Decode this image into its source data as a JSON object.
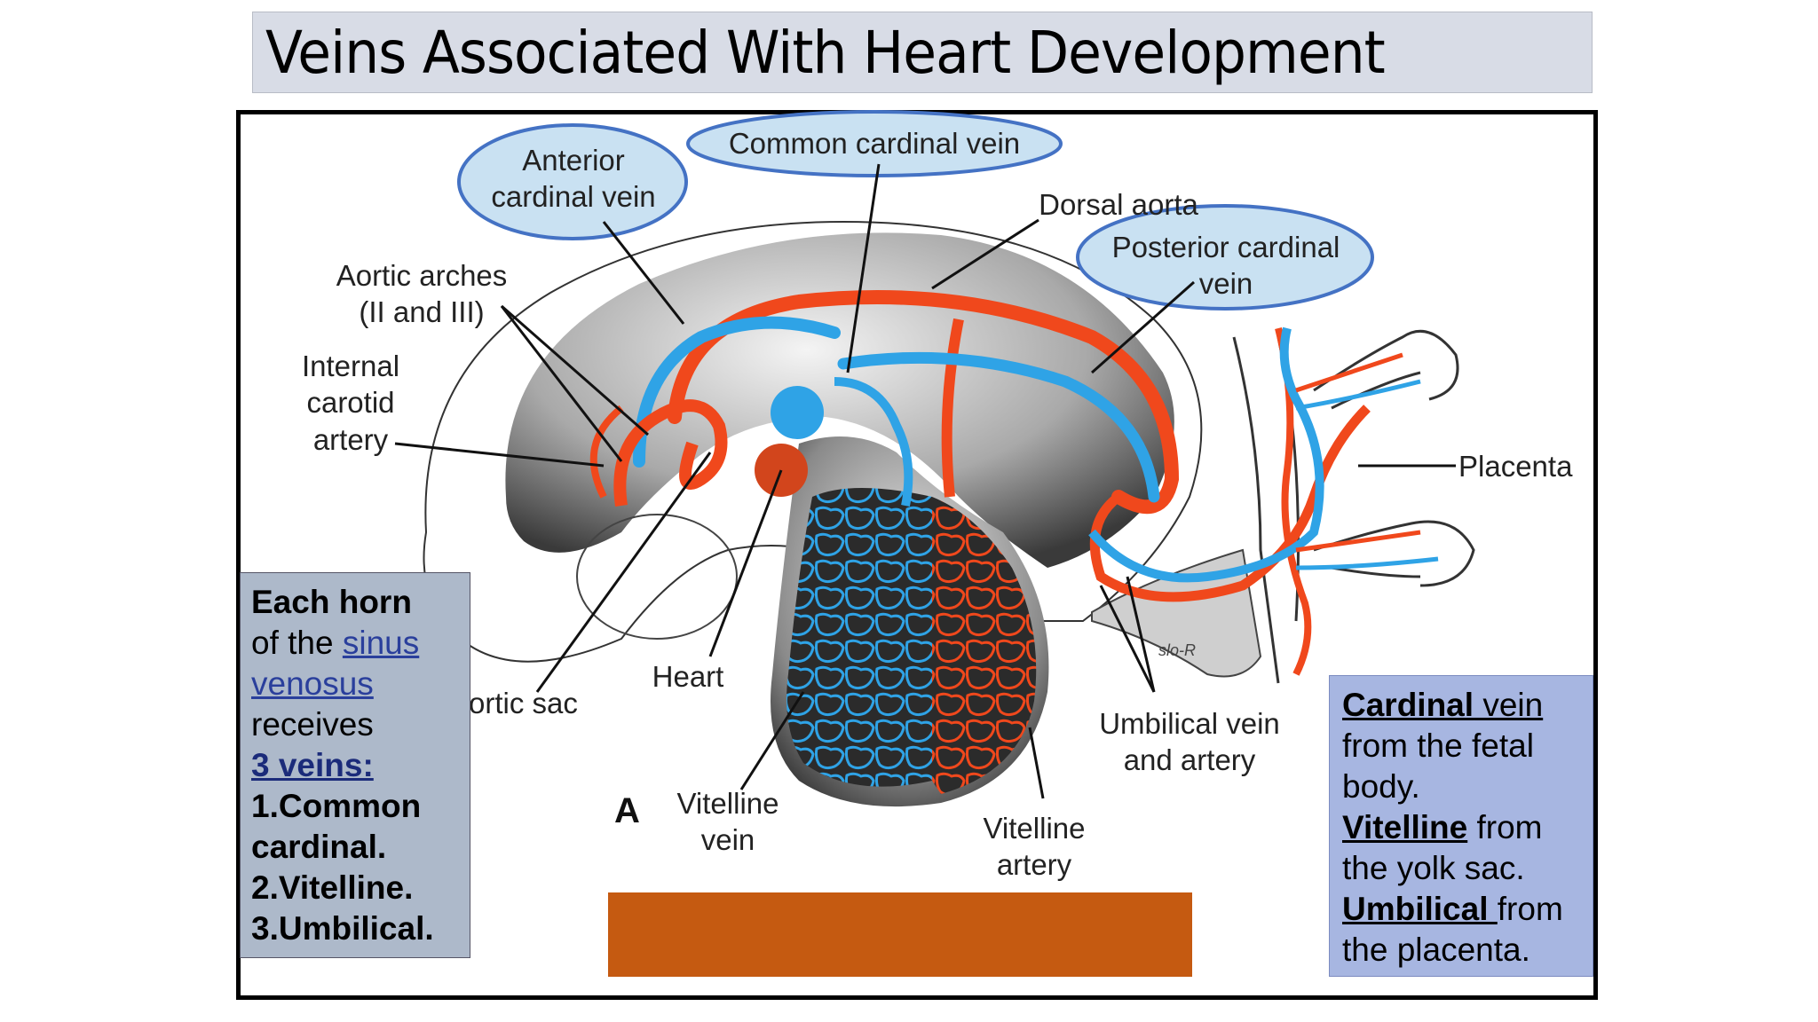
{
  "title": "Veins Associated With Heart Development",
  "diagram": {
    "figure_letter": "A",
    "signature": "slo-R",
    "labels": {
      "anterior_cardinal": [
        "Anterior",
        "cardinal vein"
      ],
      "common_cardinal": "Common cardinal vein",
      "dorsal_aorta": "Dorsal aorta",
      "posterior_cardinal": [
        "Posterior cardinal",
        "vein"
      ],
      "aortic_arches": [
        "Aortic arches",
        "(II and III)"
      ],
      "internal_carotid": [
        "Internal",
        "carotid",
        "artery"
      ],
      "placenta": "Placenta",
      "aortic_sac": "ortic sac",
      "heart": "Heart",
      "umbilical": [
        "Umbilical vein",
        "and artery"
      ],
      "vitelline_vein": [
        "Vitelline",
        "vein"
      ],
      "vitelline_artery": [
        "Vitelline",
        "artery"
      ]
    },
    "colors": {
      "vein": "#2fa3e6",
      "artery": "#f0481c",
      "highlight_fill": "#c9e1f2",
      "highlight_stroke": "#4472c4"
    }
  },
  "left_note": {
    "line1": "Each horn",
    "line2a": "of the ",
    "link": "sinus",
    "link2": "venosus",
    "line3": "receives",
    "line4": "3 veins:",
    "items": [
      "1.Common",
      "cardinal.",
      "2.Vitelline.",
      "3.Umbilical."
    ]
  },
  "right_note": {
    "cardinal_b": "Cardinal",
    "cardinal_rest": " vein",
    "cardinal_tail": "from the fetal body.",
    "vitelline_b": "Vitelline",
    "vitelline_rest": " from the yolk sac.",
    "umbilical_b": "Umbilical ",
    "umbilical_rest": "from the placenta."
  }
}
